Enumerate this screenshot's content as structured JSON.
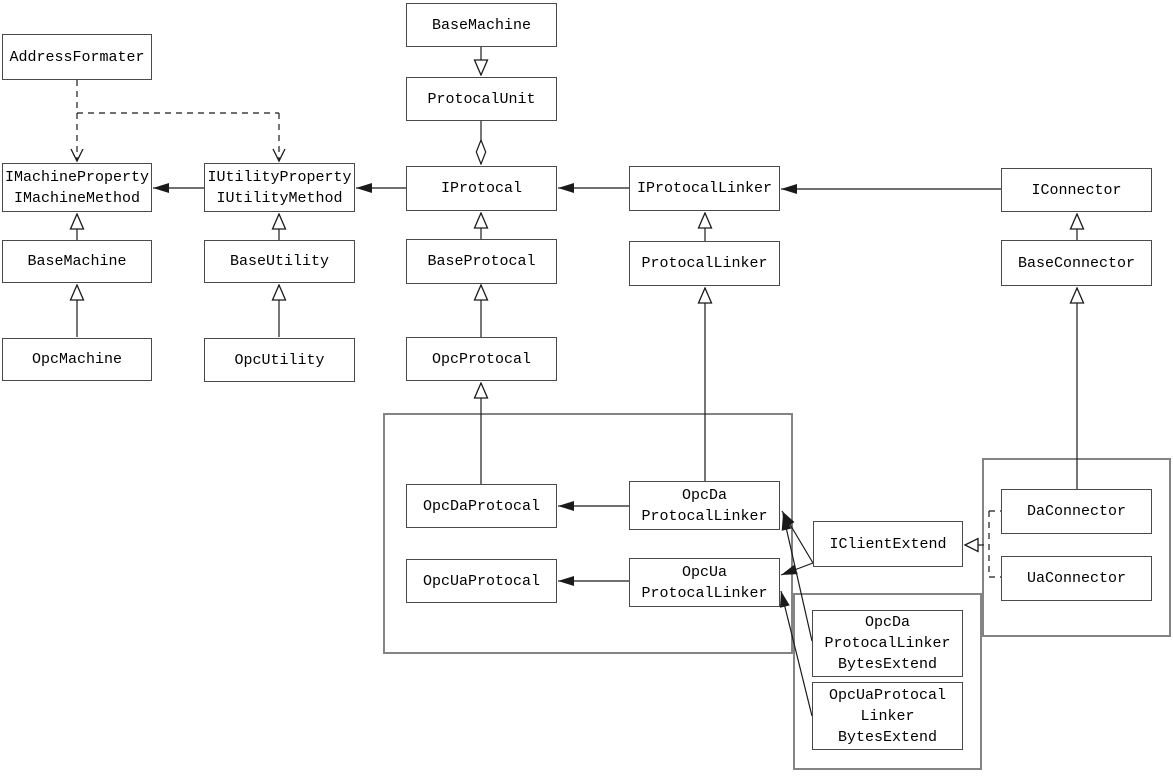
{
  "diagram": {
    "type": "uml-class-diagram",
    "background": "#ffffff",
    "colors": {
      "line": "#1a1a1a",
      "box_border": "#4a4a4a",
      "container_border": "#848484"
    },
    "nodes": {
      "addressFormater": {
        "label": "AddressFormater"
      },
      "iMachine": {
        "lines": [
          "IMachineProperty",
          "IMachineMethod"
        ]
      },
      "baseMachineLeft": {
        "label": "BaseMachine"
      },
      "opcMachine": {
        "label": "OpcMachine"
      },
      "iUtility": {
        "lines": [
          "IUtilityProperty",
          "IUtilityMethod"
        ]
      },
      "baseUtility": {
        "label": "BaseUtility"
      },
      "opcUtility": {
        "label": "OpcUtility"
      },
      "baseMachineTop": {
        "label": "BaseMachine"
      },
      "protocalUnit": {
        "label": "ProtocalUnit"
      },
      "iProtocal": {
        "label": "IProtocal"
      },
      "baseProtocal": {
        "label": "BaseProtocal"
      },
      "opcProtocal": {
        "label": "OpcProtocal"
      },
      "opcDaProtocal": {
        "label": "OpcDaProtocal"
      },
      "opcUaProtocal": {
        "label": "OpcUaProtocal"
      },
      "iProtocalLinker": {
        "label": "IProtocalLinker"
      },
      "protocalLinker": {
        "label": "ProtocalLinker"
      },
      "opcDaProtocalLinker": {
        "lines": [
          "OpcDa",
          "ProtocalLinker"
        ]
      },
      "opcUaProtocalLinker": {
        "lines": [
          "OpcUa",
          "ProtocalLinker"
        ]
      },
      "iClientExtend": {
        "label": "IClientExtend"
      },
      "opcDaProtocalLinkerBytesExtend": {
        "lines": [
          "OpcDa",
          "ProtocalLinker",
          "BytesExtend"
        ]
      },
      "opcUaProtocalLinkerBytesExtend": {
        "lines": [
          "OpcUaProtocal",
          "Linker",
          "BytesExtend"
        ]
      },
      "iConnector": {
        "label": "IConnector"
      },
      "baseConnector": {
        "label": "BaseConnector"
      },
      "daConnector": {
        "label": "DaConnector"
      },
      "uaConnector": {
        "label": "UaConnector"
      }
    },
    "relations": [
      {
        "from": "AddressFormater",
        "to": "IMachineProperty/IMachineMethod",
        "type": "dashed-dependency"
      },
      {
        "from": "AddressFormater",
        "to": "IUtilityProperty/IUtilityMethod",
        "type": "dashed-dependency"
      },
      {
        "from": "IUtilityProperty/IUtilityMethod",
        "to": "IMachineProperty/IMachineMethod",
        "type": "association"
      },
      {
        "from": "IProtocal",
        "to": "IUtilityProperty/IUtilityMethod",
        "type": "association"
      },
      {
        "from": "IProtocalLinker",
        "to": "IProtocal",
        "type": "association"
      },
      {
        "from": "IConnector",
        "to": "IProtocalLinker",
        "type": "association"
      },
      {
        "from": "BaseMachine(left)",
        "to": "IMachineProperty/IMachineMethod",
        "type": "generalization"
      },
      {
        "from": "OpcMachine",
        "to": "BaseMachine(left)",
        "type": "generalization"
      },
      {
        "from": "BaseUtility",
        "to": "IUtilityProperty/IUtilityMethod",
        "type": "generalization"
      },
      {
        "from": "OpcUtility",
        "to": "BaseUtility",
        "type": "generalization"
      },
      {
        "from": "BaseMachine(top)",
        "to": "ProtocalUnit",
        "type": "generalization-downward"
      },
      {
        "from": "ProtocalUnit",
        "to": "IProtocal",
        "type": "aggregation-diamond"
      },
      {
        "from": "BaseProtocal",
        "to": "IProtocal",
        "type": "generalization"
      },
      {
        "from": "OpcProtocal",
        "to": "BaseProtocal",
        "type": "generalization"
      },
      {
        "from": "OpcDaProtocal",
        "to": "OpcProtocal",
        "type": "generalization"
      },
      {
        "from": "ProtocalLinker",
        "to": "IProtocalLinker",
        "type": "generalization"
      },
      {
        "from": "OpcDa ProtocalLinker",
        "to": "ProtocalLinker",
        "type": "generalization"
      },
      {
        "from": "OpcDa ProtocalLinker",
        "to": "OpcDaProtocal",
        "type": "association"
      },
      {
        "from": "OpcUa ProtocalLinker",
        "to": "OpcUaProtocal",
        "type": "association"
      },
      {
        "from": "BaseConnector",
        "to": "IConnector",
        "type": "generalization"
      },
      {
        "from": "DaConnector",
        "to": "BaseConnector",
        "type": "generalization"
      },
      {
        "from": "DaConnector",
        "to": "IClientExtend",
        "type": "dashed-realization"
      },
      {
        "from": "UaConnector",
        "to": "IClientExtend",
        "type": "dashed-realization"
      },
      {
        "from": "IClientExtend",
        "to": "OpcDa ProtocalLinker",
        "type": "association"
      },
      {
        "from": "IClientExtend",
        "to": "OpcUa ProtocalLinker",
        "type": "association"
      },
      {
        "from": "OpcDa ProtocalLinker BytesExtend",
        "to": "OpcDa ProtocalLinker",
        "type": "association"
      },
      {
        "from": "OpcUaProtocal Linker BytesExtend",
        "to": "OpcUa ProtocalLinker",
        "type": "association"
      }
    ]
  }
}
